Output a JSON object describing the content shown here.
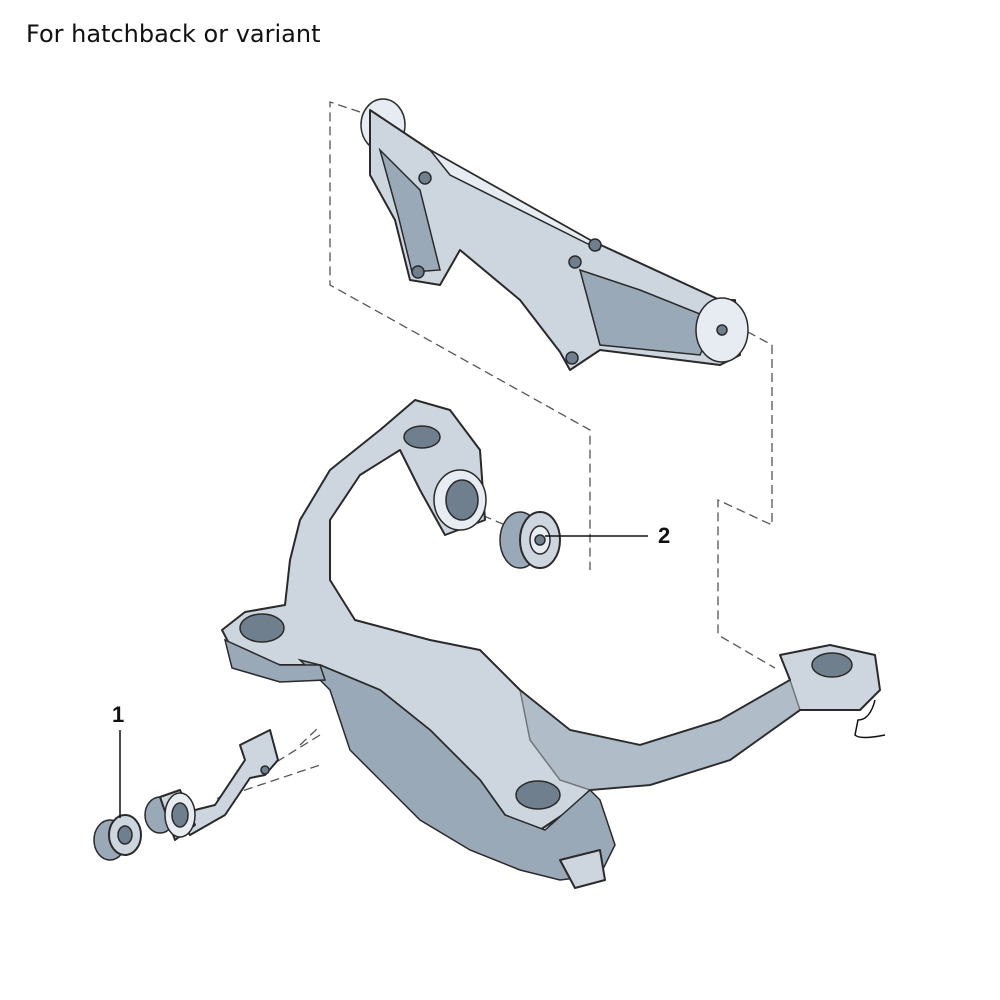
{
  "title": "For hatchback or variant",
  "callouts": [
    {
      "number": "1",
      "part": "bushing"
    },
    {
      "number": "2",
      "part": "bushing"
    }
  ],
  "colors": {
    "part_fill": "#cdd6de",
    "outline": "#2a2a2a",
    "shadow": "#9aa9b7"
  }
}
